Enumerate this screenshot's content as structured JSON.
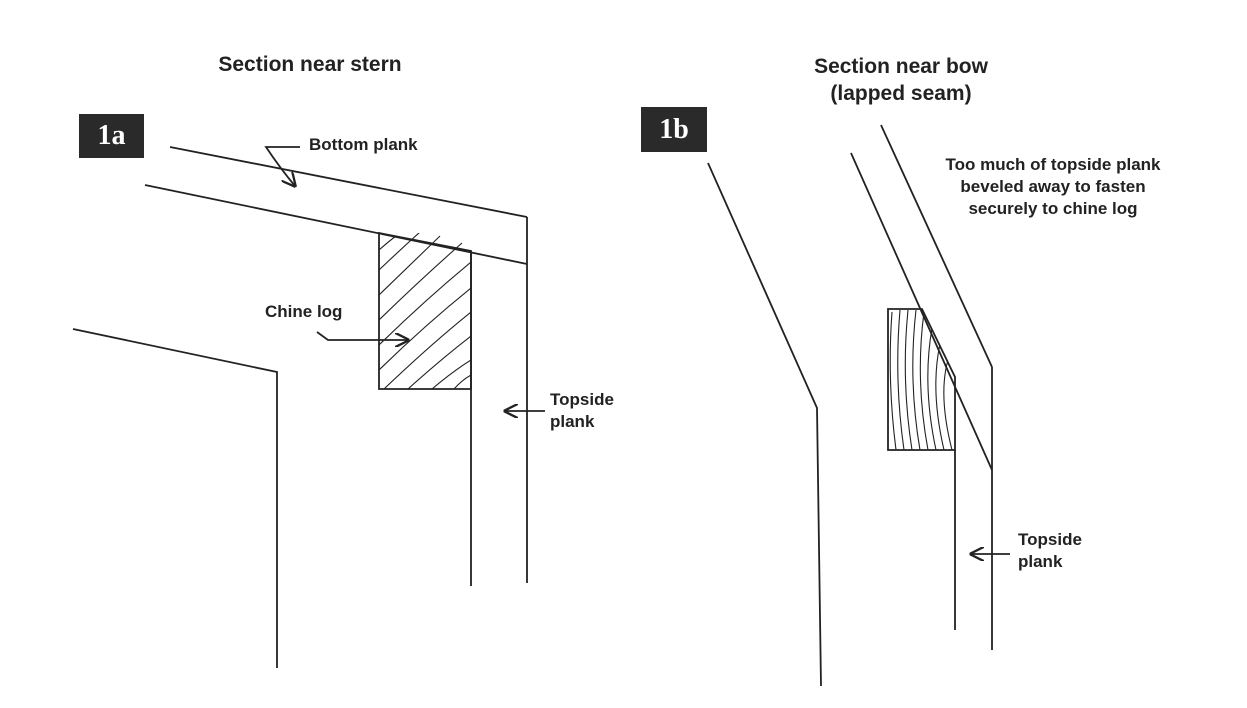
{
  "figure_a": {
    "badge": "1a",
    "title": "Section near stern",
    "labels": {
      "bottom_plank": "Bottom plank",
      "chine_log": "Chine log",
      "topside_plank_line1": "Topside",
      "topside_plank_line2": "plank"
    }
  },
  "figure_b": {
    "badge": "1b",
    "title_line1": "Section near bow",
    "title_line2": "(lapped seam)",
    "note_line1": "Too much of topside plank",
    "note_line2": "beveled away to fasten",
    "note_line3": "securely to chine log",
    "labels": {
      "topside_plank_line1": "Topside",
      "topside_plank_line2": "plank"
    }
  },
  "colors": {
    "ink": "#222222",
    "badge_background": "#2a2a2a",
    "badge_text": "#ffffff"
  }
}
